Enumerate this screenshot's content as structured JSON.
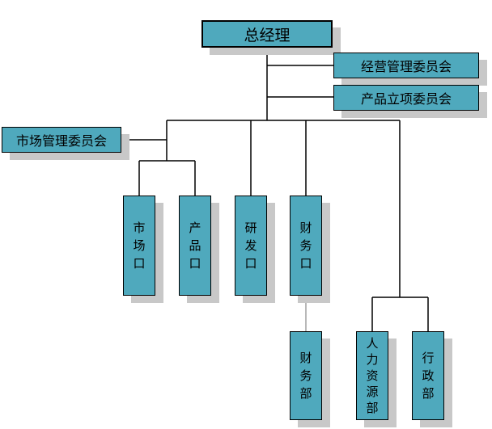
{
  "org_chart": {
    "top": {
      "label": "总经理"
    },
    "committees": {
      "business": "经营管理委员会",
      "product": "产品立项委员会",
      "market": "市场管理委员会"
    },
    "units": {
      "market": "市场口",
      "product": "产品口",
      "rnd": "研发口",
      "finance": "财务口"
    },
    "departments": {
      "finance": "财务部",
      "hr": "人力资源部",
      "admin": "行政部"
    }
  }
}
